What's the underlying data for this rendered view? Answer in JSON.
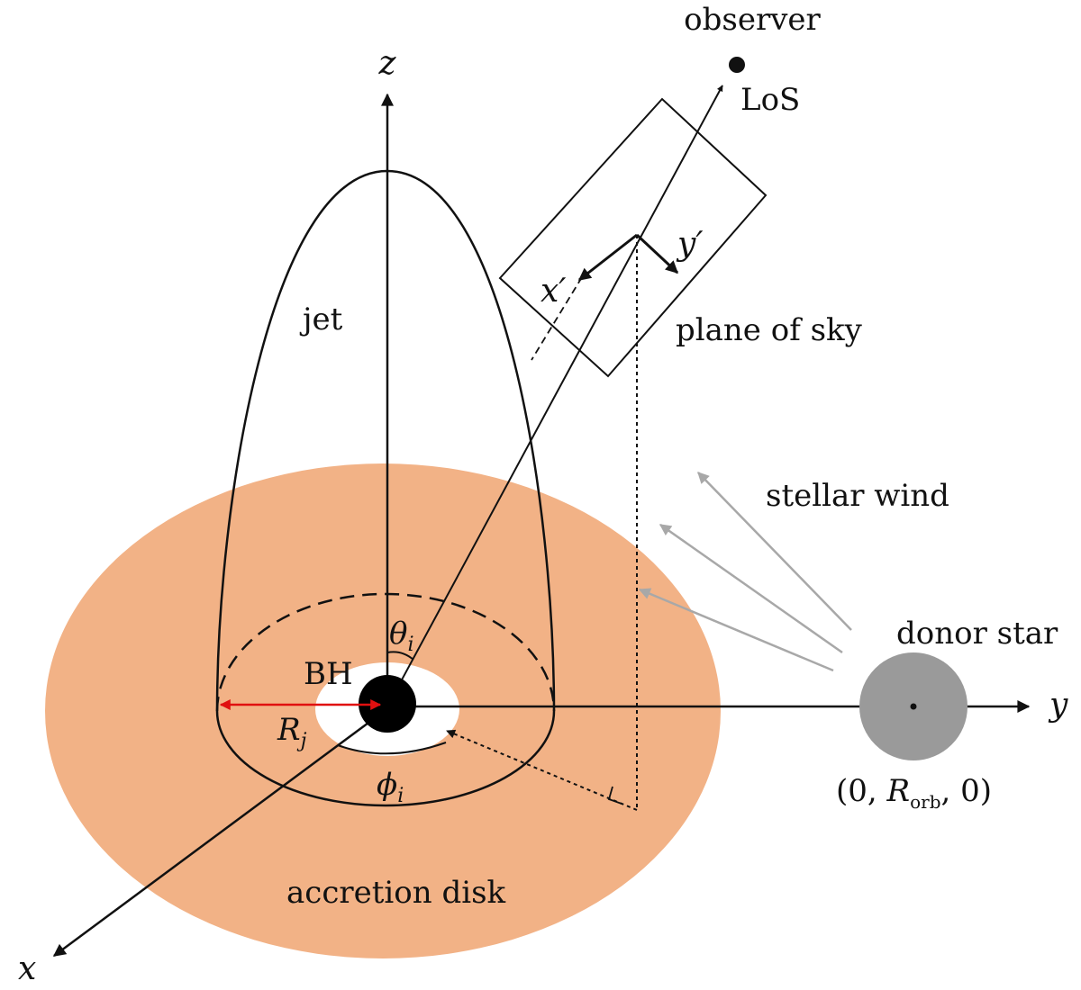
{
  "labels": {
    "observer": "observer",
    "los": "LoS",
    "z_axis": "z",
    "y_axis": "y",
    "x_axis": "x",
    "x_prime": "x′",
    "y_prime": "y′",
    "plane_of_sky": "plane of sky",
    "jet": "jet",
    "stellar_wind": "stellar wind",
    "donor_star": "donor star",
    "bh": "BH",
    "accretion_disk": "accretion disk",
    "theta_symbol": "θ",
    "theta_sub": "i",
    "phi_symbol": "ϕ",
    "phi_sub": "i",
    "rj_symbol": "R",
    "rj_sub": "j",
    "donor_pos_prefix": "(0, ",
    "donor_pos_symbol": "R",
    "donor_pos_sub": "orb",
    "donor_pos_suffix": ", 0)"
  },
  "colors": {
    "disk": "#f2b286",
    "donor_star": "#9a9a9a",
    "wind_arrow": "#a8a8a8",
    "rj_arrow": "#e01010",
    "black_hole": "#000000",
    "line": "#111111"
  }
}
